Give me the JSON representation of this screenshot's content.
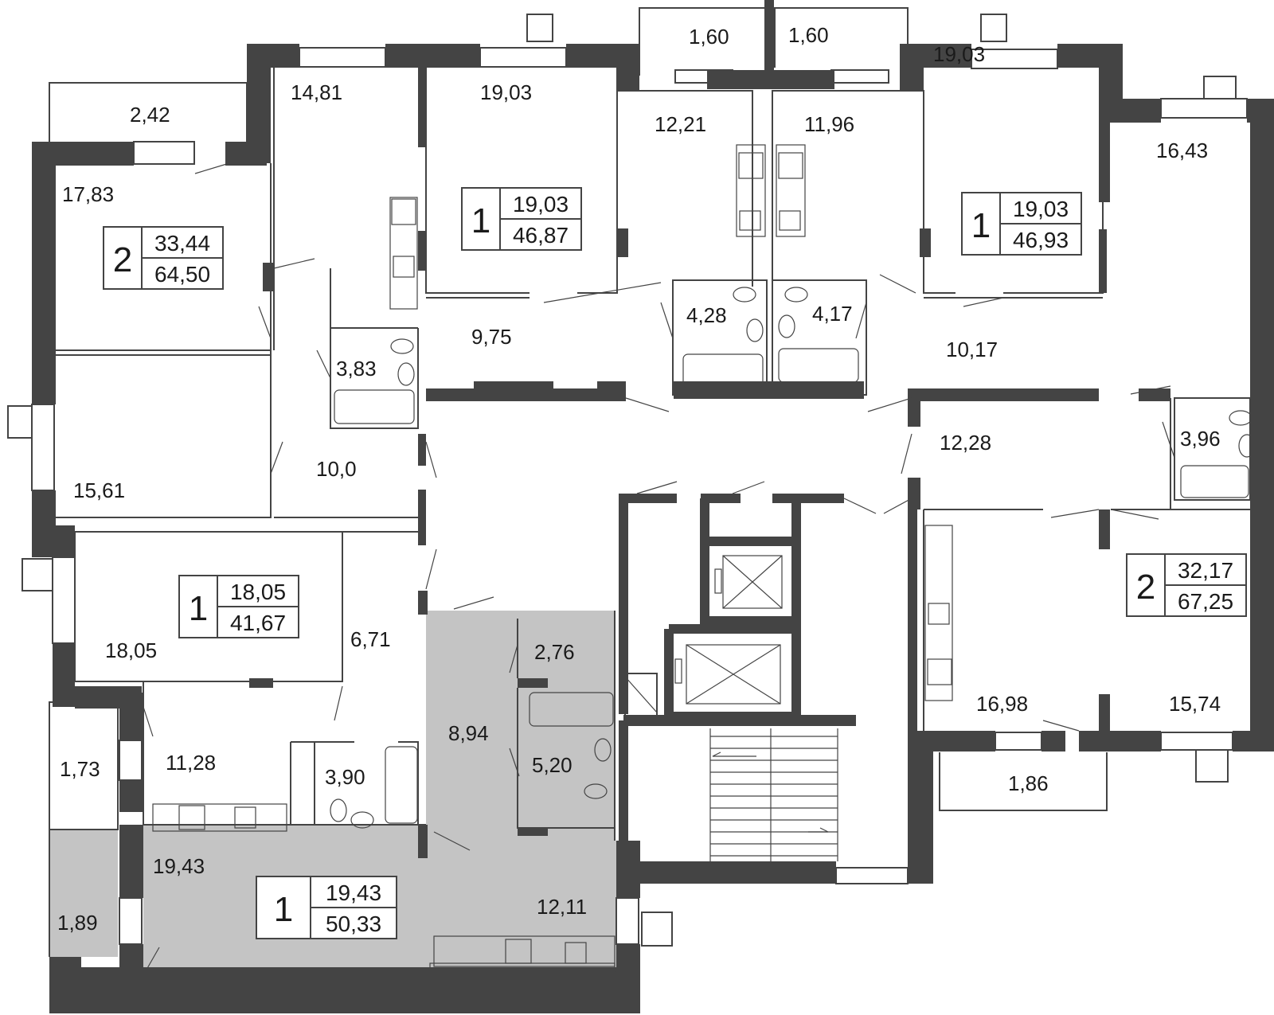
{
  "colors": {
    "wall": "#444444",
    "highlight": "#c4c4c4",
    "background": "#ffffff",
    "text": "#1a1a1a"
  },
  "badges": [
    {
      "rooms": "2",
      "living_area": "33,44",
      "total_area": "64,50"
    },
    {
      "rooms": "1",
      "living_area": "19,03",
      "total_area": "46,87"
    },
    {
      "rooms": "1",
      "living_area": "19,03",
      "total_area": "46,93"
    },
    {
      "rooms": "1",
      "living_area": "18,05",
      "total_area": "41,67"
    },
    {
      "rooms": "2",
      "living_area": "32,17",
      "total_area": "67,25"
    },
    {
      "rooms": "1",
      "living_area": "19,43",
      "total_area": "50,33"
    }
  ],
  "rooms": [
    "2,42",
    "17,83",
    "14,81",
    "19,03",
    "1,60",
    "1,60",
    "12,21",
    "11,96",
    "19,03",
    "16,43",
    "9,75",
    "4,28",
    "4,17",
    "10,17",
    "3,83",
    "15,61",
    "10,0",
    "12,28",
    "3,96",
    "18,05",
    "6,71",
    "2,76",
    "8,94",
    "5,20",
    "16,98",
    "15,74",
    "1,73",
    "11,28",
    "3,90",
    "1,86",
    "19,43",
    "12,11",
    "1,89"
  ]
}
